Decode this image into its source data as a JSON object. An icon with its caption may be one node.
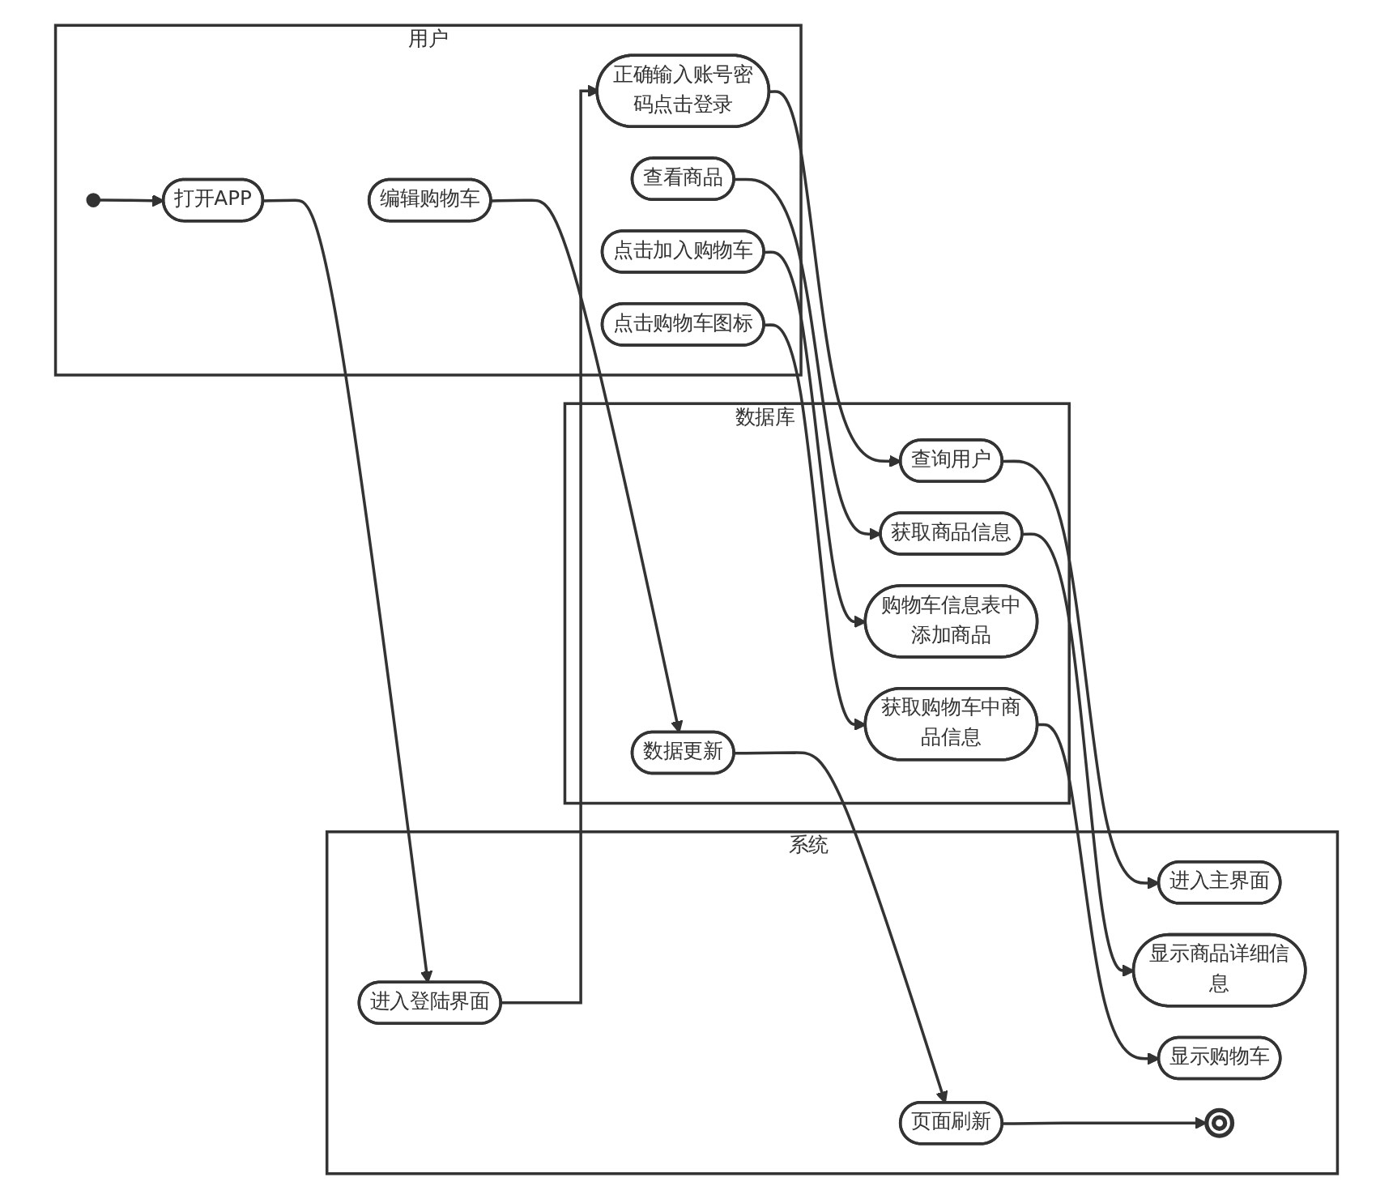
{
  "diagram": {
    "nodes": [
      {
        "text": [
          "用户"
        ]
      },
      {
        "text": [
          "系统"
        ]
      },
      {
        "text": [
          "数据库"
        ]
      },
      {
        "text": [],
        "shape": "circle",
        "in": 0
      },
      {
        "text": [
          "打开APP"
        ],
        "in": 0
      },
      {
        "text": [
          "进入登陆界面"
        ],
        "in": 1
      },
      {
        "text": [
          "正确输入账号密码点击登录"
        ],
        "in": 0
      },
      {
        "text": [
          "查询用户"
        ],
        "in": 2
      },
      {
        "text": [
          "进入主界面"
        ],
        "in": 1
      },
      {
        "text": [
          "查看商品"
        ],
        "in": 0
      },
      {
        "text": [
          "获取商品信息"
        ],
        "in": 2
      },
      {
        "text": [
          "显示商品详细信息"
        ],
        "in": 1
      },
      {
        "text": [
          "点击加入购物车"
        ],
        "in": 0
      },
      {
        "text": [
          "购物车信息表中添加商品"
        ],
        "in": 2
      },
      {
        "text": [
          "点击购物车图标"
        ],
        "in": 0
      },
      {
        "text": [
          "获取购物车中商品信息"
        ],
        "in": 2
      },
      {
        "text": [
          "显示购物车"
        ],
        "in": 1
      },
      {
        "text": [
          "编辑购物车"
        ],
        "in": 0
      },
      {
        "text": [
          "数据更新"
        ],
        "in": 2
      },
      {
        "text": [
          "页面刷新"
        ],
        "in": 1
      },
      {
        "text": [],
        "shape": "circle",
        "in": 1
      }
    ],
    "edges": [
      {
        "from": 3,
        "to": 4,
        "arrow": "to"
      },
      {
        "from": 4,
        "to": 5,
        "arrow": "to"
      },
      {
        "from": 5,
        "to": 6,
        "arrow": "to"
      },
      {
        "from": 6,
        "to": 7,
        "arrow": "to"
      },
      {
        "from": 7,
        "to": 8,
        "arrow": "to"
      },
      {
        "from": 9,
        "to": 10,
        "arrow": "to"
      },
      {
        "from": 10,
        "to": 11,
        "arrow": "to"
      },
      {
        "from": 12,
        "to": 13,
        "arrow": "to"
      },
      {
        "from": 14,
        "to": 15,
        "arrow": "to"
      },
      {
        "from": 15,
        "to": 16,
        "arrow": "to"
      },
      {
        "from": 17,
        "to": 18,
        "arrow": "to"
      },
      {
        "from": 18,
        "to": 19,
        "arrow": "to"
      },
      {
        "from": 19,
        "to": 20,
        "arrow": "to"
      }
    ]
  }
}
